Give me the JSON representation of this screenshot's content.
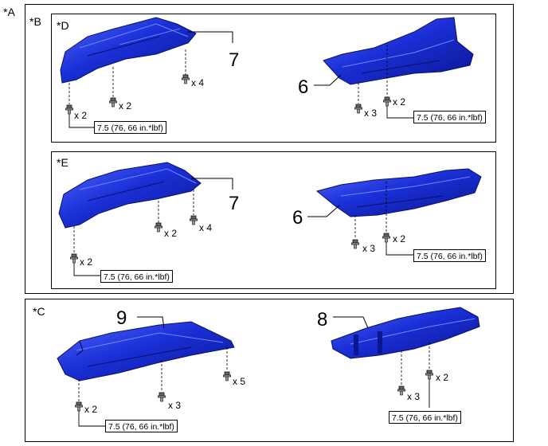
{
  "labels": {
    "a": "*A",
    "b": "*B",
    "c": "*C",
    "d": "*D",
    "e": "*E"
  },
  "parts": {
    "p6": "6",
    "p7": "7",
    "p8": "8",
    "p9": "9"
  },
  "quantities": {
    "x2": "x 2",
    "x3": "x 3",
    "x4": "x 4",
    "x5": "x 5"
  },
  "torque": "7.5 (76, 66 in.*lbf)",
  "colors": {
    "part_fill": "#1a2fd6",
    "part_dark": "#0a1690",
    "part_light": "#6f86ff"
  }
}
